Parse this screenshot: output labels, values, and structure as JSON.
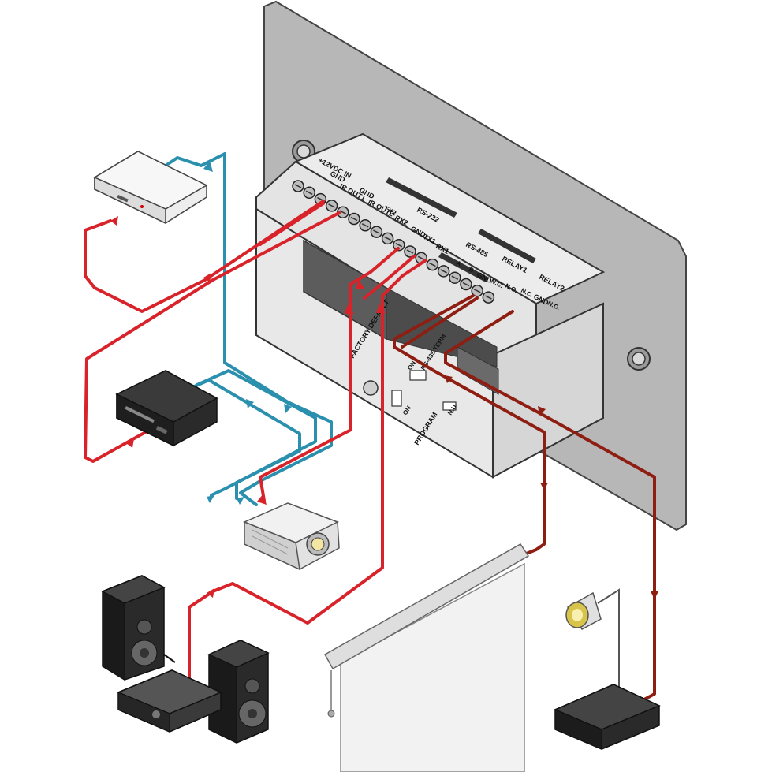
{
  "terminals": {
    "power_in": "+12VDC IN",
    "gnd_1": "GND",
    "ir_out1": "IR OUT1",
    "gnd_2": "GND",
    "ir_out2": "IR OUT2",
    "tx2": "TX2",
    "rx2": "RX2",
    "rs232": "RS-232",
    "gnd_3": "GND",
    "tx1": "TX1",
    "rx1": "RX1",
    "rs485": "RS-485",
    "a": "A",
    "b": "B",
    "gnd_4": "GND",
    "relay1": "RELAY1",
    "nc_1": "N.C.",
    "no_1": "N.O.",
    "relay2": "RELAY2",
    "nc_2": "N.C.",
    "gnd_5": "GND",
    "no_2": "N.O."
  },
  "panel": {
    "factory_default": "FACTORY DEFAULT",
    "rs485_term": "RS-485 TERM.",
    "on_1": "ON",
    "on_2": "ON",
    "program": "PROGRAM",
    "nu": "N.U."
  },
  "colors": {
    "ir_wire": "#d8232a",
    "rs232_wire": "#2b8fae",
    "relay_wire": "#8e1d12",
    "plate": "#b7b7b7",
    "box": "#ececec"
  }
}
